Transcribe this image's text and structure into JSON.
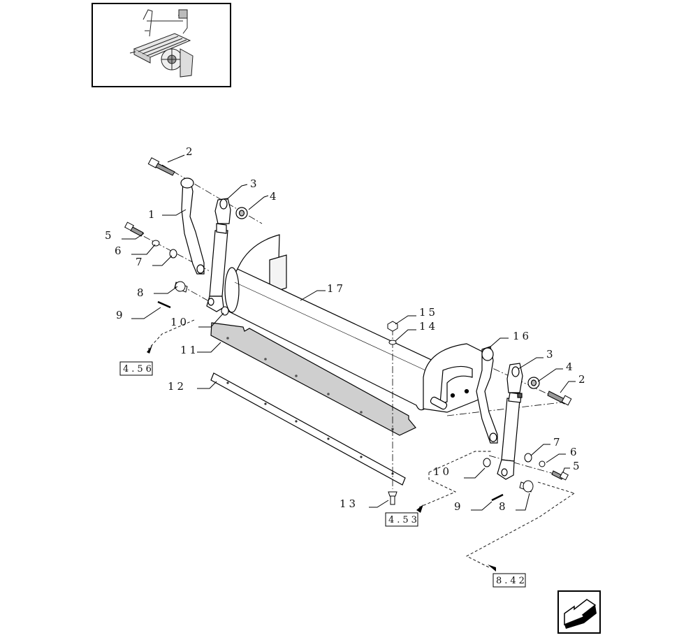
{
  "callouts": [
    {
      "num": "2"
    },
    {
      "num": "1"
    },
    {
      "num": "3"
    },
    {
      "num": "4"
    },
    {
      "num": "5"
    },
    {
      "num": "6"
    },
    {
      "num": "7"
    },
    {
      "num": "8"
    },
    {
      "num": "9"
    },
    {
      "num": "10"
    },
    {
      "num": "11"
    },
    {
      "num": "12"
    },
    {
      "num": "17"
    },
    {
      "num": "15"
    },
    {
      "num": "14"
    },
    {
      "num": "16"
    },
    {
      "num": "3"
    },
    {
      "num": "4"
    },
    {
      "num": "2"
    },
    {
      "num": "7"
    },
    {
      "num": "6"
    },
    {
      "num": "5"
    },
    {
      "num": "10"
    },
    {
      "num": "9"
    },
    {
      "num": "8"
    },
    {
      "num": "13"
    }
  ],
  "references": [
    {
      "label": "4.56"
    },
    {
      "label": "4.53"
    },
    {
      "label": "8.42"
    }
  ],
  "icons": {
    "thumbnail": "machine-overview-thumbnail",
    "navigation": "previous-page-arrow-icon"
  }
}
